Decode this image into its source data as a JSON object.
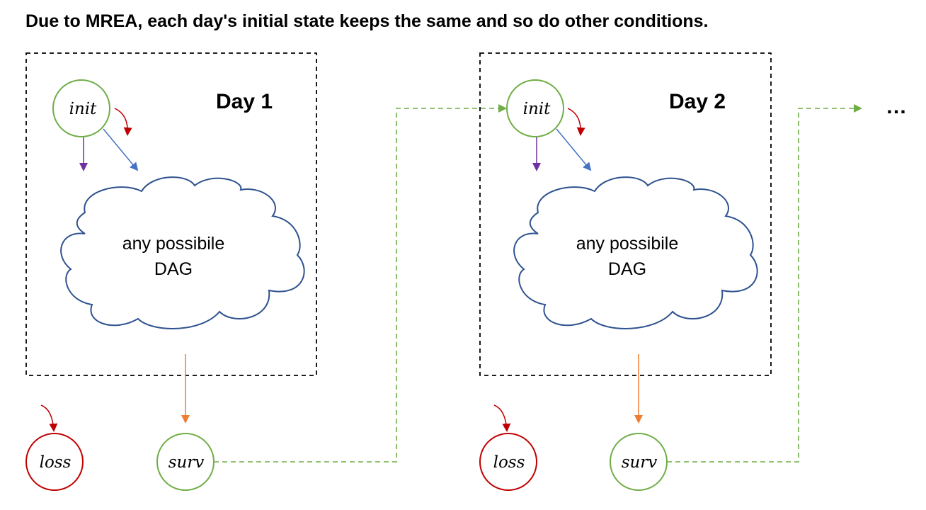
{
  "heading": "Due to MREA, each day's initial state keeps the same and so do other conditions.",
  "ellipsis": "…",
  "days": [
    {
      "title": "Day 1",
      "init_label": "init",
      "cloud_line1": "any possibile",
      "cloud_line2": "DAG",
      "loss_label": "loss",
      "surv_label": "surv"
    },
    {
      "title": "Day 2",
      "init_label": "init",
      "cloud_line1": "any possibile",
      "cloud_line2": "DAG",
      "loss_label": "loss",
      "surv_label": "surv"
    }
  ],
  "colors": {
    "green_node": "#70ad47",
    "red_node": "#c00000",
    "cloud_stroke": "#2f528f",
    "purple_arrow": "#7030a0",
    "blue_arrow": "#4472c4",
    "red_arrow": "#c00000",
    "orange_arrow": "#ed7d31",
    "green_dashed": "#70ad47"
  }
}
